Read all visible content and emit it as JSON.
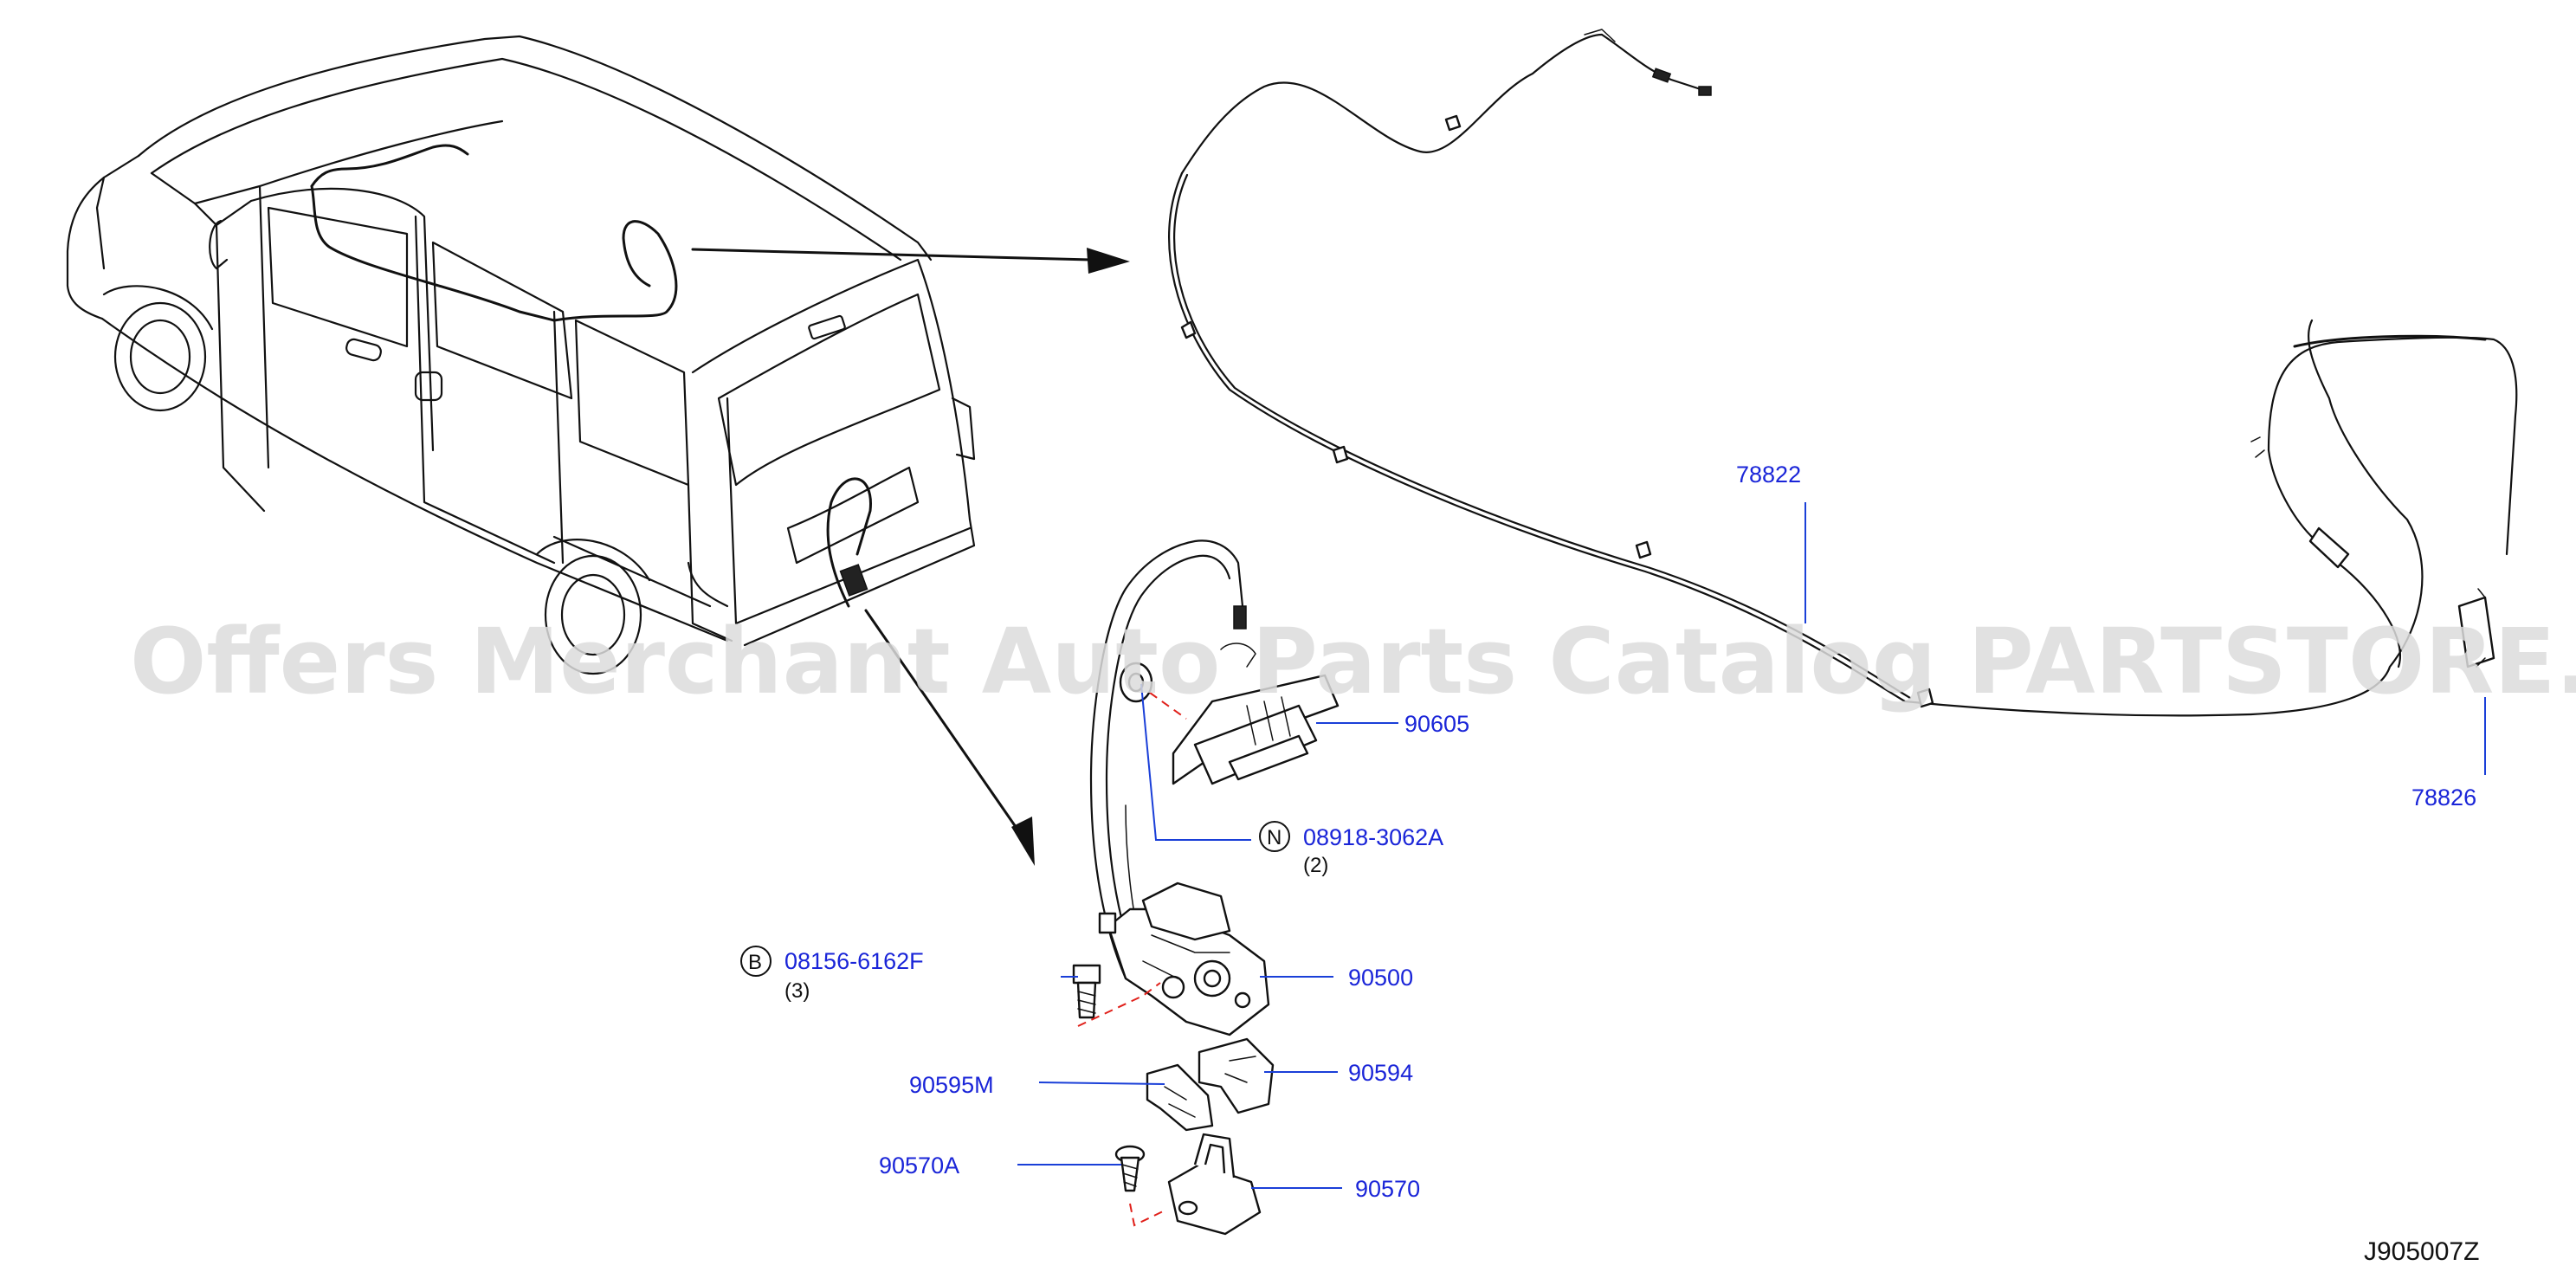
{
  "watermark": "Offers Merchant Auto Parts Catalog PARTSTORE.SA",
  "diagram_code": "J905007Z",
  "parts": [
    {
      "id": "78822",
      "label": "78822"
    },
    {
      "id": "78826",
      "label": "78826"
    },
    {
      "id": "90605",
      "label": "90605"
    },
    {
      "id": "08918-3062A",
      "label": "08918-3062A",
      "prefix": "N",
      "qty": "(2)"
    },
    {
      "id": "08156-6162F",
      "label": "08156-6162F",
      "prefix": "B",
      "qty": "(3)"
    },
    {
      "id": "90500",
      "label": "90500"
    },
    {
      "id": "90595M",
      "label": "90595M"
    },
    {
      "id": "90594",
      "label": "90594"
    },
    {
      "id": "90570A",
      "label": "90570A"
    },
    {
      "id": "90570",
      "label": "90570"
    }
  ],
  "colors": {
    "label": "#1a25d8",
    "leader": "#1a3fd8",
    "center_line": "#e0201a",
    "linework": "#111111",
    "watermark": "#dcdcdc"
  }
}
